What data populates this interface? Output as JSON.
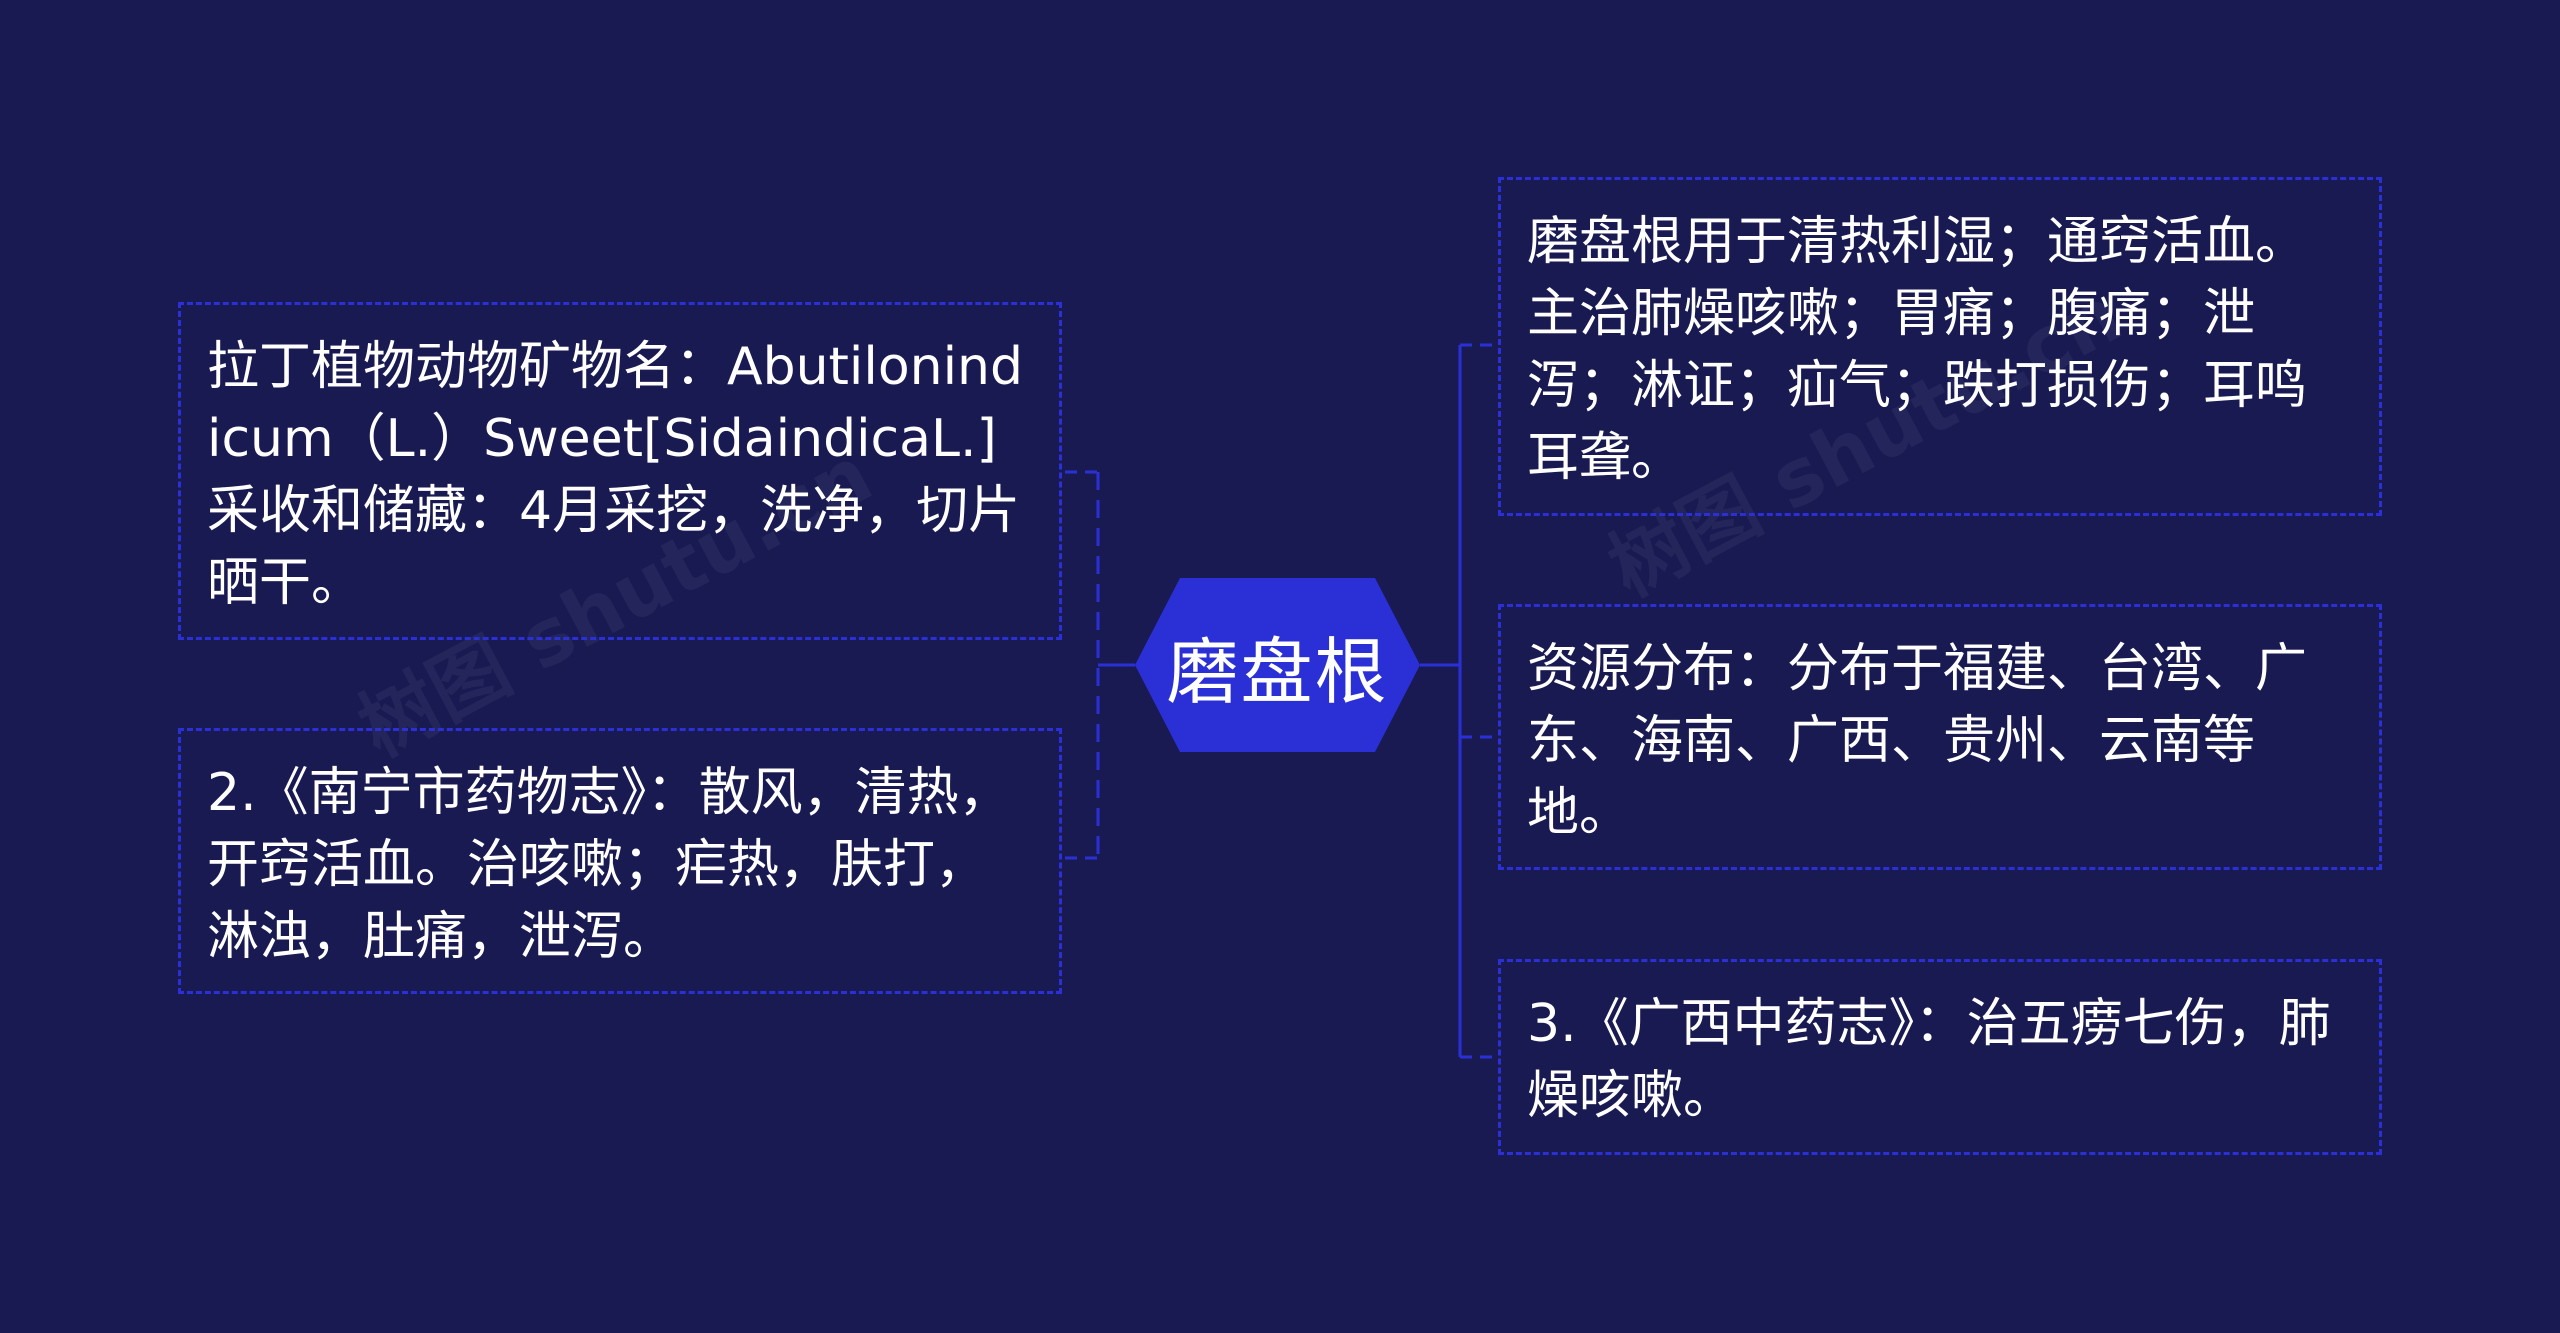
{
  "center": {
    "label": "磨盘根"
  },
  "left_nodes": [
    {
      "text": "拉丁植物动物矿物名：Abutilonindicum（L.）Sweet[SidaindicaL.]采收和储藏：4月采挖，洗净，切片晒干。"
    },
    {
      "text": "2.《南宁市药物志》：散风，清热，开窍活血。治咳嗽；疟热，肤打，淋浊，肚痛，泄泻。"
    }
  ],
  "right_nodes": [
    {
      "text": "磨盘根用于清热利湿；通窍活血。主治肺燥咳嗽；胃痛；腹痛；泄泻；淋证；疝气；跌打损伤；耳鸣耳聋。"
    },
    {
      "text": "资源分布：分布于福建、台湾、广东、海南、广西、贵州、云南等地。"
    },
    {
      "text": "3.《广西中药志》：治五痨七伤，肺燥咳嗽。"
    }
  ],
  "watermark": {
    "left": "树图 shutu.cn",
    "right": "树图 shutu.cn"
  },
  "colors": {
    "background": "#191a52",
    "accent": "#2b30d6",
    "text": "#ffffff"
  }
}
